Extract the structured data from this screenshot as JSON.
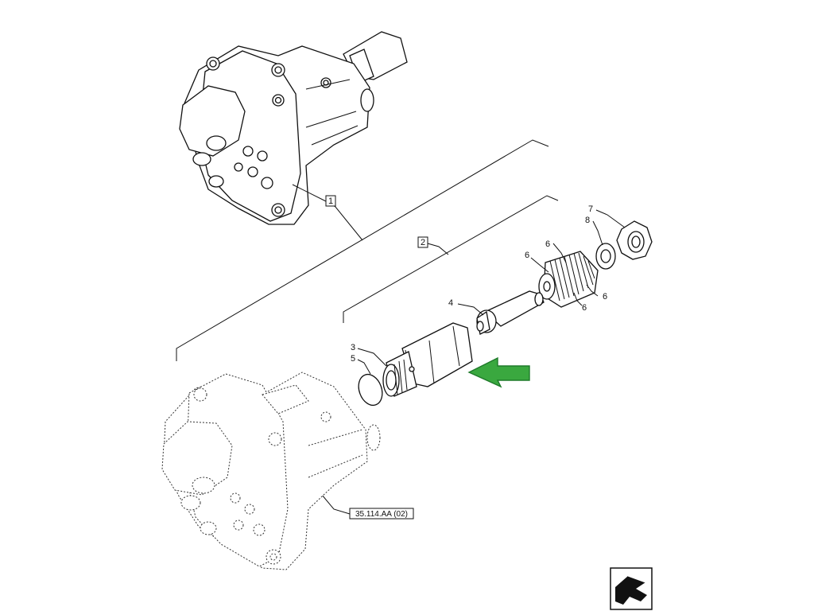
{
  "labels": {
    "box1": "1",
    "box2": "2",
    "item3": "3",
    "item4": "4",
    "item5": "5",
    "item6": "6",
    "item7": "7",
    "item8": "8",
    "reference": "35.114.AA (02)"
  },
  "colors": {
    "arrow": "#3aa83f",
    "arrow_stroke": "#1f7a2a",
    "line": "#111111"
  },
  "icons": {
    "corner": "next-page-arrow-icon"
  }
}
